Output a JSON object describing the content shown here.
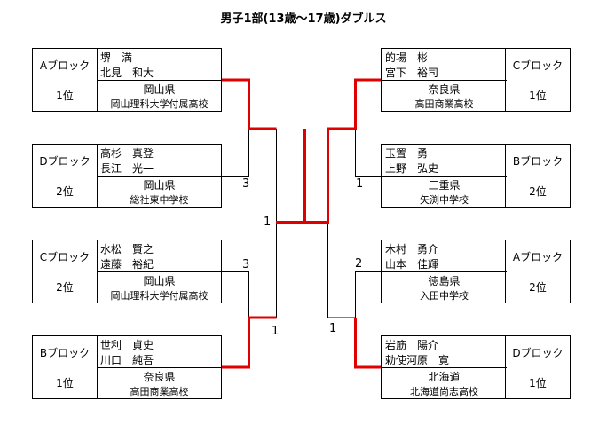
{
  "title": "男子1部(13歳〜17歳)ダブルス",
  "left": [
    {
      "block": "Aブロック",
      "rank": "1位",
      "player1": "堺　満",
      "player2": "北見　和大",
      "pref": "岡山県",
      "school": "岡山理科大学付属高校"
    },
    {
      "block": "Dブロック",
      "rank": "2位",
      "player1": "高杉　真登",
      "player2": "長江　光一",
      "pref": "岡山県",
      "school": "総社東中学校"
    },
    {
      "block": "Cブロック",
      "rank": "2位",
      "player1": "水松　賢之",
      "player2": "遠藤　裕紀",
      "pref": "岡山県",
      "school": "岡山理科大学付属高校"
    },
    {
      "block": "Bブロック",
      "rank": "1位",
      "player1": "世利　貞史",
      "player2": "川口　純吾",
      "pref": "奈良県",
      "school": "高田商業高校"
    }
  ],
  "right": [
    {
      "block": "Cブロック",
      "rank": "1位",
      "player1": "的場　彬",
      "player2": "宮下　裕司",
      "pref": "奈良県",
      "school": "高田商業高校"
    },
    {
      "block": "Bブロック",
      "rank": "2位",
      "player1": "玉置　勇",
      "player2": "上野　弘史",
      "pref": "三重県",
      "school": "矢渕中学校"
    },
    {
      "block": "Aブロック",
      "rank": "2位",
      "player1": "木村　勇介",
      "player2": "山本　佳輝",
      "pref": "徳島県",
      "school": "入田中学校"
    },
    {
      "block": "Dブロック",
      "rank": "1位",
      "player1": "岩筋　陽介",
      "player2": "勅使河原　寛",
      "pref": "北海道",
      "school": "北海道尚志高校"
    }
  ],
  "scores": {
    "l_r1_top": "3",
    "l_r1_bottom_a": "3",
    "l_r1_bottom_b": "1",
    "l_semi": "1",
    "r_r1_top": "1",
    "r_r1_bottom_a": "2",
    "r_r1_bottom_b": "1"
  },
  "colors": {
    "winner_line": "#e00000",
    "line": "#000000"
  }
}
